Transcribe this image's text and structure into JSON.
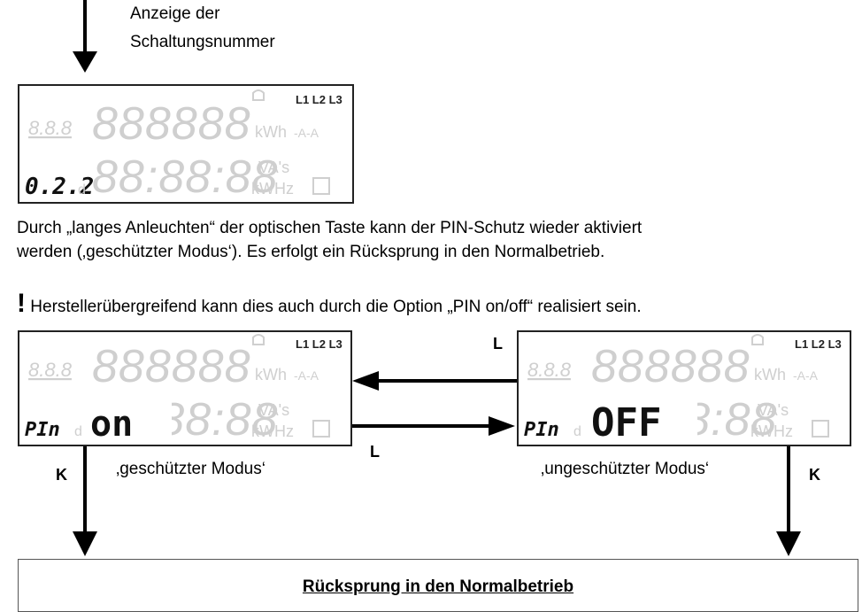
{
  "top": {
    "caption_line1": "Anzeige der",
    "caption_line2": "Schaltungsnummer"
  },
  "display_top": {
    "phases": "L1 L2 L3",
    "unit_upper": "kWh",
    "unit_lower_top": "VA's",
    "unit_lower_bottom": "kWHz",
    "active_value": "0.2.2"
  },
  "paragraph": {
    "line1": "Durch „langes Anleuchten“ der optischen Taste kann der PIN-Schutz wieder aktiviert",
    "line2": "werden (‚geschützter Modus‘). Es erfolgt ein Rücksprung in den Normalbetrieb."
  },
  "note": {
    "mark": "!",
    "text": "Herstellerübergreifend kann dies auch durch die Option „PIN on/off“ realisiert sein."
  },
  "display_left": {
    "phases": "L1 L2 L3",
    "unit_upper": "kWh",
    "unit_lower_top": "VA's",
    "unit_lower_bottom": "kWHz",
    "prefix": "PIn",
    "value": "on",
    "caption": "‚geschützter Modus‘"
  },
  "display_right": {
    "phases": "L1 L2 L3",
    "unit_upper": "kWh",
    "unit_lower_top": "VA's",
    "unit_lower_bottom": "kWHz",
    "prefix": "PIn",
    "value": "OFF",
    "caption": "‚ungeschützter Modus‘"
  },
  "arrows": {
    "top_label": "L",
    "bottom_label": "L",
    "left_down_label": "K",
    "right_down_label": "K"
  },
  "result": {
    "title": "Rücksprung in den Normalbetrieb"
  }
}
